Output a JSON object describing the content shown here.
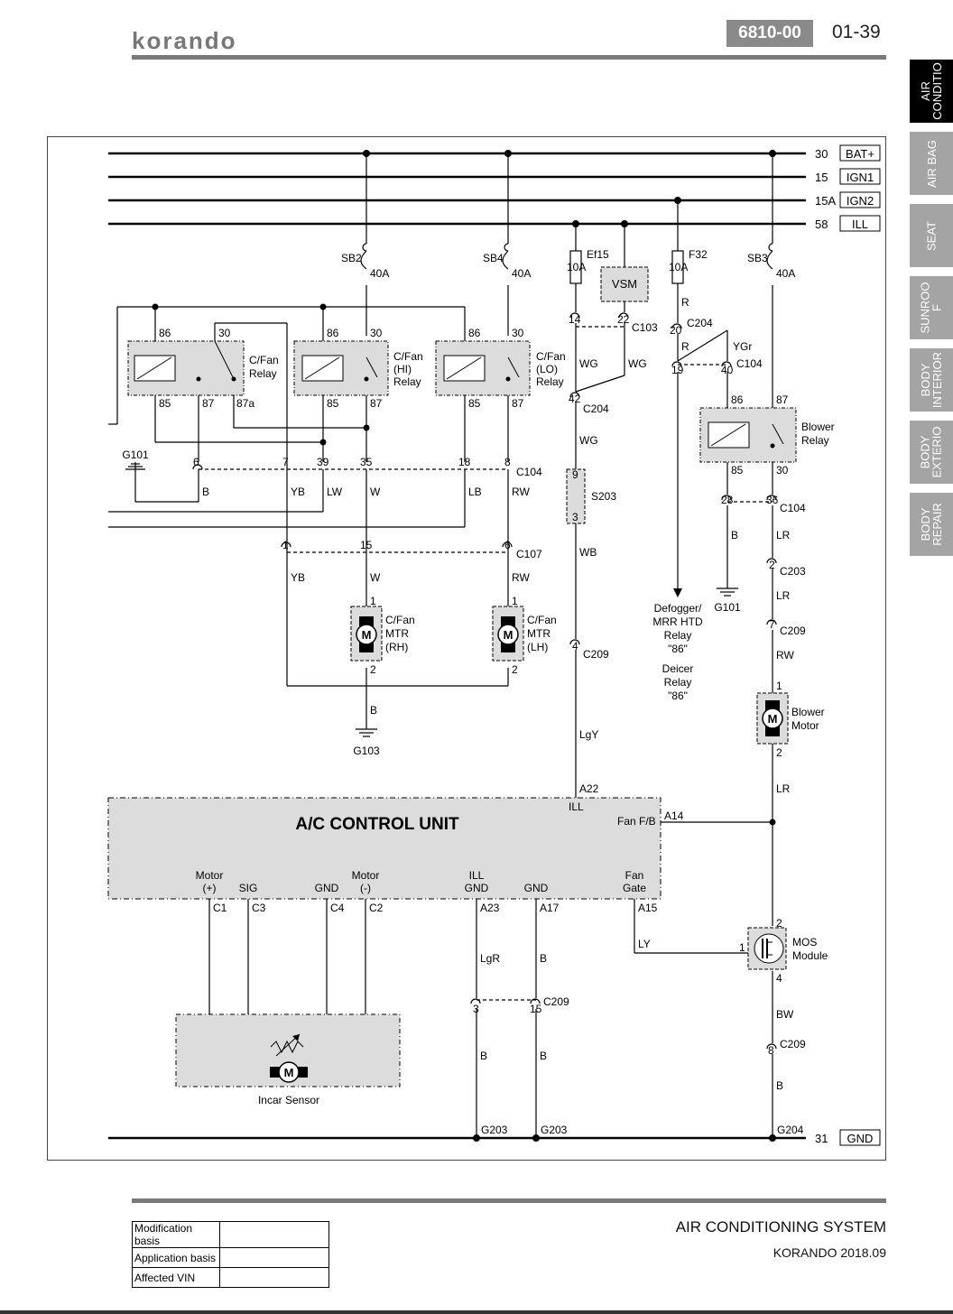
{
  "header": {
    "logo": "korando",
    "doc_number": "6810-00",
    "page_number": "01-39"
  },
  "side_tabs": [
    {
      "label": "AIR\nCONDITIO",
      "active": true
    },
    {
      "label": "AIR BAG",
      "active": false
    },
    {
      "label": "SEAT",
      "active": false
    },
    {
      "label": "SUNROO\nF",
      "active": false
    },
    {
      "label": "BODY\nINTERIOR",
      "active": false
    },
    {
      "label": "BODY\nEXTERIO",
      "active": false
    },
    {
      "label": "BODY\nREPAIR",
      "active": false
    }
  ],
  "diagram": {
    "power_rails": [
      {
        "num": "30",
        "name": "BAT+"
      },
      {
        "num": "15",
        "name": "IGN1"
      },
      {
        "num": "15A",
        "name": "IGN2"
      },
      {
        "num": "58",
        "name": "ILL"
      }
    ],
    "ground_rail": {
      "num": "31",
      "name": "GND"
    },
    "fuses": {
      "sb2": "SB2",
      "sb4": "SB4",
      "sb3": "SB3",
      "amp40": "40A",
      "ef15": "Ef15",
      "f32": "F32",
      "amp10": "10A"
    },
    "relays": {
      "cfan_relay": [
        "C/Fan",
        "Relay"
      ],
      "cfan_hi": [
        "C/Fan",
        "(HI)",
        "Relay"
      ],
      "cfan_lo": [
        "C/Fan",
        "(LO)",
        "Relay"
      ],
      "blower": [
        "Blower",
        "Relay"
      ]
    },
    "relay_pins": {
      "p86": "86",
      "p30": "30",
      "p85": "85",
      "p87": "87",
      "p87a": "87a"
    },
    "vsm": "VSM",
    "defogger": [
      "Defogger/",
      "MRR HTD",
      "Relay",
      "\"86\""
    ],
    "deicer": [
      "Deicer",
      "Relay",
      "\"86\""
    ],
    "motors": {
      "fan_rh": [
        "C/Fan",
        "MTR",
        "(RH)"
      ],
      "fan_lh": [
        "C/Fan",
        "MTR",
        "(LH)"
      ],
      "blower": [
        "Blower",
        "Motor"
      ],
      "m": "M"
    },
    "mos": [
      "MOS",
      "Module"
    ],
    "splice": "S203",
    "incar_sensor": "Incar Sensor",
    "ecu": {
      "title": "A/C CONTROL UNIT",
      "ill": "ILL",
      "fan_fb": "Fan F/B",
      "pin_labels": [
        [
          "Motor",
          "(+)"
        ],
        [
          "SIG"
        ],
        [
          "GND"
        ],
        [
          "Motor",
          "(-)"
        ],
        [
          "ILL",
          "GND"
        ],
        [
          "GND"
        ],
        [
          "Fan",
          "Gate"
        ]
      ],
      "pins": {
        "a22": "A22",
        "a14": "A14",
        "c1": "C1",
        "c3": "C3",
        "c4": "C4",
        "c2": "C2",
        "a23": "A23",
        "a17": "A17",
        "a15": "A15"
      }
    },
    "grounds": {
      "g101": "G101",
      "g103": "G103",
      "g203": "G203",
      "g204": "G204"
    },
    "connectors": {
      "c103": "C103",
      "c104": "C104",
      "c107": "C107",
      "c203": "C203",
      "c204": "C204",
      "c209": "C209"
    },
    "pin_numbers": {
      "n1": "1",
      "n2": "2",
      "n3": "3",
      "n4": "4",
      "n6": "6",
      "n7": "7",
      "n8": "8",
      "n9": "9",
      "n14": "14",
      "n15": "15",
      "n18": "18",
      "n19": "19",
      "n20": "20",
      "n22": "22",
      "n28": "28",
      "n30": "30",
      "n35": "35",
      "n36": "36",
      "n39": "39",
      "n40": "40",
      "n42": "42"
    },
    "wire_colors": {
      "b": "B",
      "yb": "YB",
      "lw": "LW",
      "w": "W",
      "lb": "LB",
      "rw": "RW",
      "wg": "WG",
      "wb": "WB",
      "lgy": "LgY",
      "r": "R",
      "ygr": "YGr",
      "lr": "LR",
      "ly": "LY",
      "lgr": "LgR",
      "bw": "BW"
    }
  },
  "footer": {
    "modification_table": [
      {
        "label": "Modification basis",
        "value": ""
      },
      {
        "label": "Application basis",
        "value": ""
      },
      {
        "label": "Affected VIN",
        "value": ""
      }
    ],
    "system_title": "AIR CONDITIONING SYSTEM",
    "model": "KORANDO 2018.09"
  }
}
